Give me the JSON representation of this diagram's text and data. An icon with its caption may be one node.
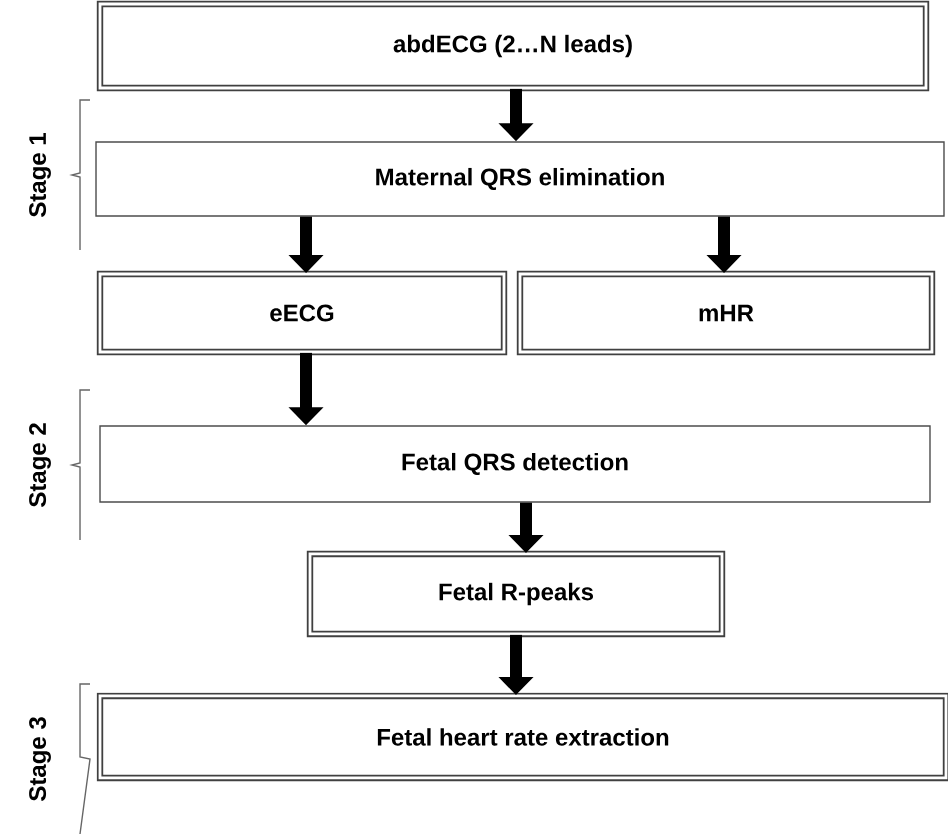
{
  "diagram": {
    "nodes": [
      {
        "text": [
          "abdECG (2…N leads)"
        ]
      },
      {
        "text": [
          "Maternal QRS elimination"
        ]
      },
      {
        "text": [
          "eECG"
        ]
      },
      {
        "text": [
          "mHR"
        ]
      },
      {
        "text": [
          "Fetal QRS detection"
        ]
      },
      {
        "text": [
          "Fetal R-peaks"
        ]
      },
      {
        "text": [
          "Fetal heart rate extraction"
        ]
      }
    ],
    "edges": [
      {
        "from": 0,
        "to": 1,
        "arrow": "to"
      },
      {
        "from": 1,
        "to": 2,
        "arrow": "to"
      },
      {
        "from": 1,
        "to": 3,
        "arrow": "to"
      },
      {
        "from": 2,
        "to": 4,
        "arrow": "to"
      },
      {
        "from": 4,
        "to": 5,
        "arrow": "to"
      },
      {
        "from": 5,
        "to": 6,
        "arrow": "to"
      }
    ],
    "labels": [
      "Stage 1",
      "Stage 2",
      "Stage 3"
    ]
  }
}
